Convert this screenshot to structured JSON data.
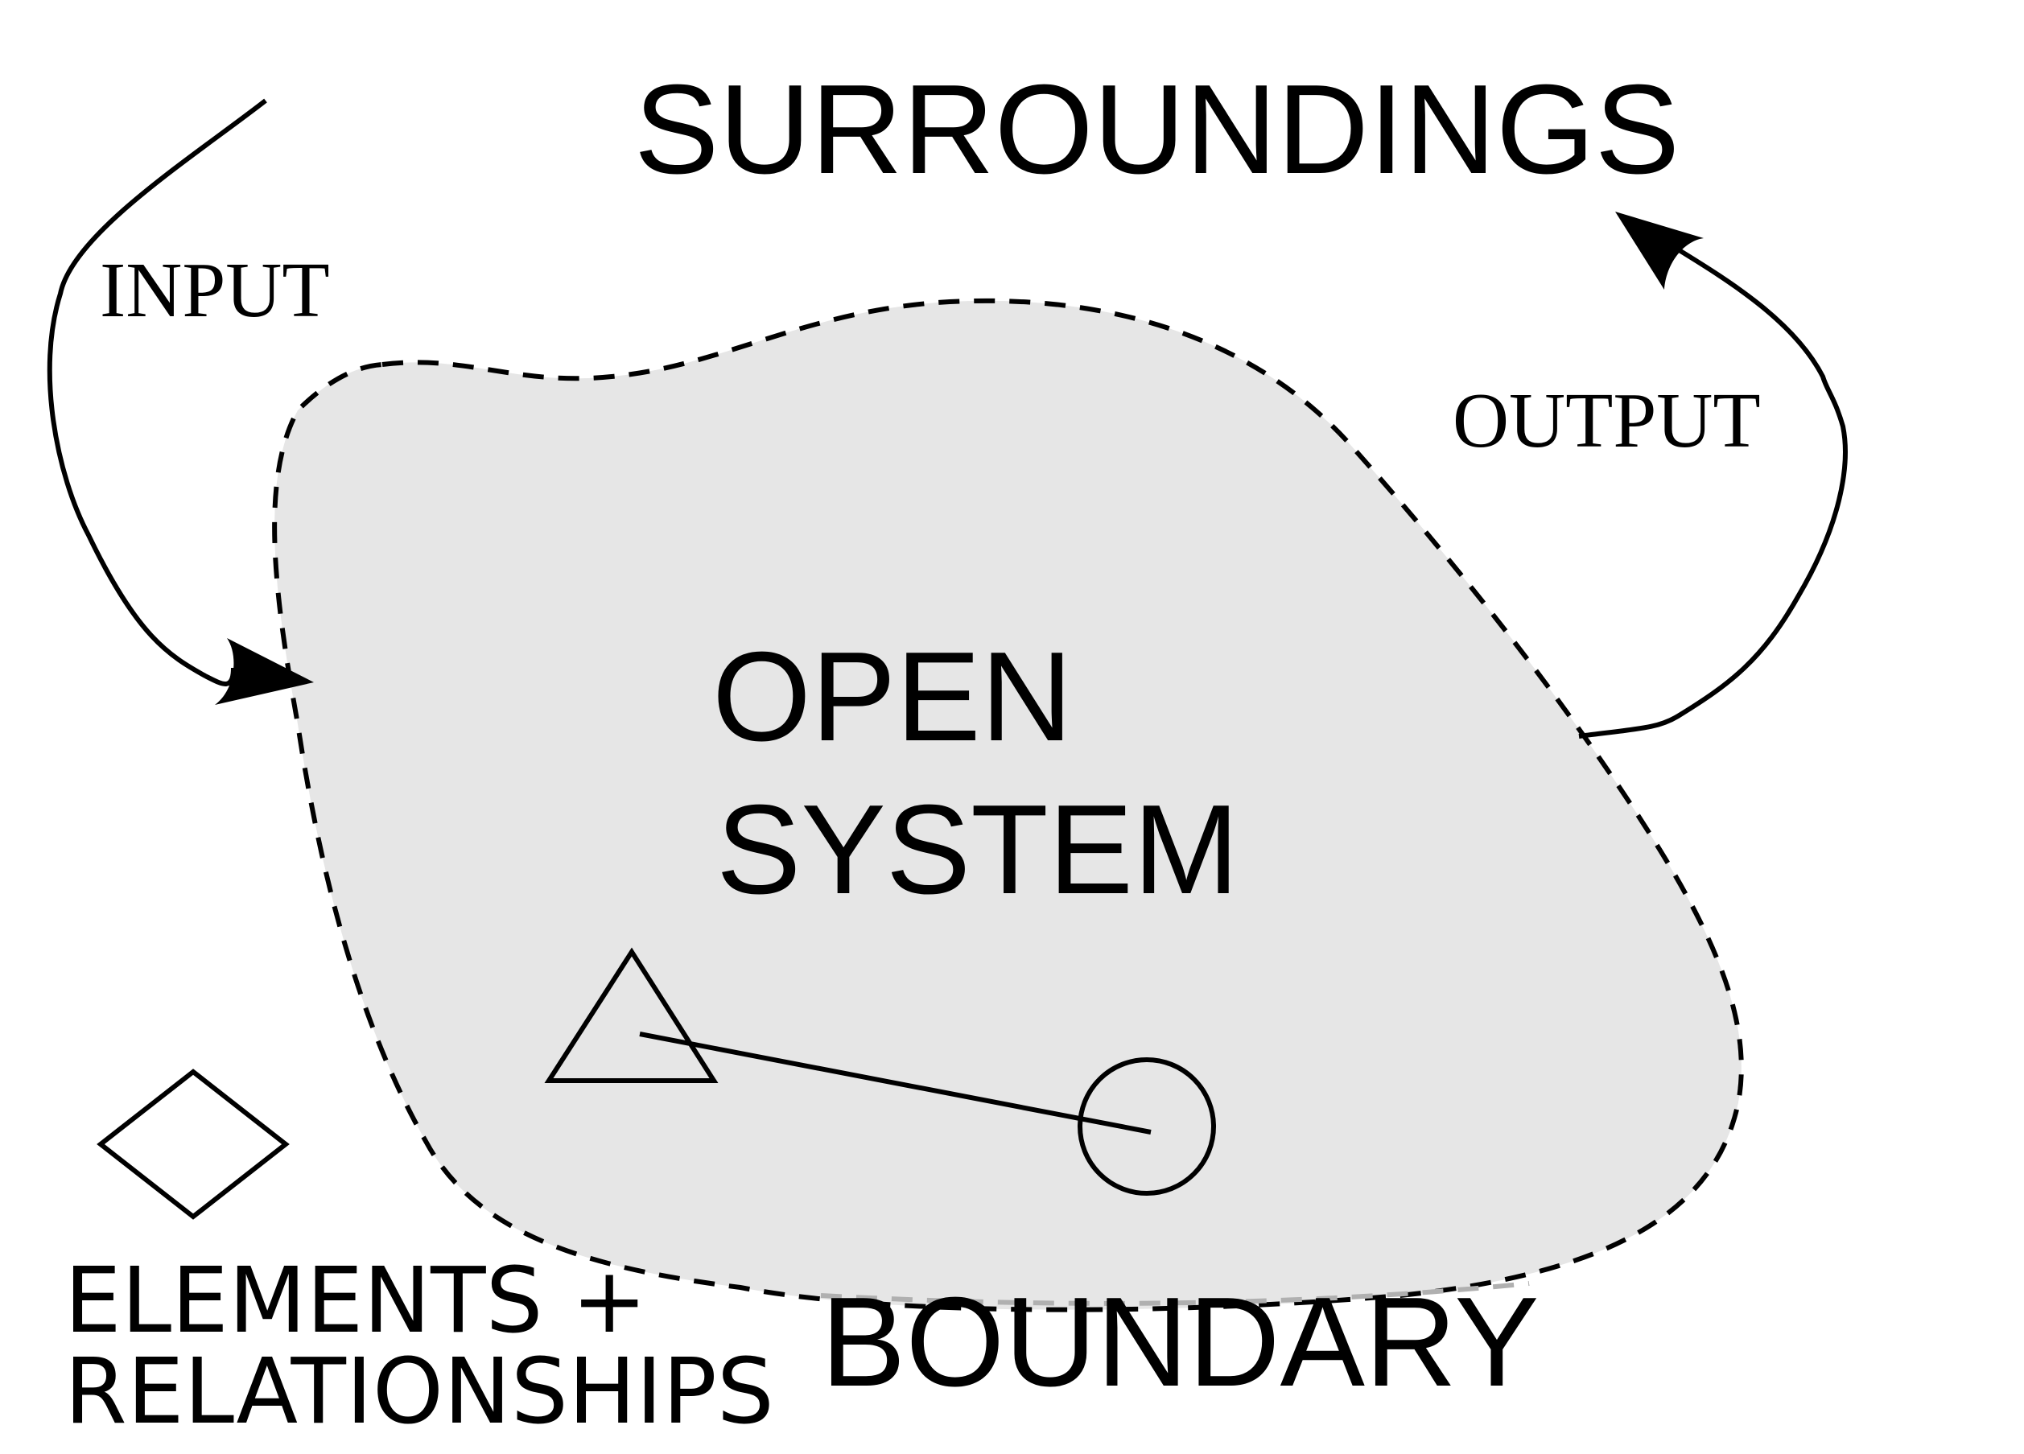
{
  "labels": {
    "surroundings": "SURROUNDINGS",
    "input": "INPUT",
    "output": "OUTPUT",
    "open_system_line1": "OPEN",
    "open_system_line2": "SYSTEM",
    "boundary": "BOUNDARY",
    "elements_line1": "ELEMENTS +",
    "elements_line2": "RELATIONSHIPS"
  },
  "colors": {
    "system_fill": "#e6e6e6",
    "stroke": "#000000",
    "boundary_accent": "#b0b0b0",
    "background": "#ffffff"
  },
  "shapes": {
    "input_arrow": "curved-arrow-in",
    "output_arrow": "curved-arrow-out",
    "element_triangle": "triangle",
    "element_circle": "circle",
    "element_diamond": "diamond",
    "relationship": "line"
  }
}
